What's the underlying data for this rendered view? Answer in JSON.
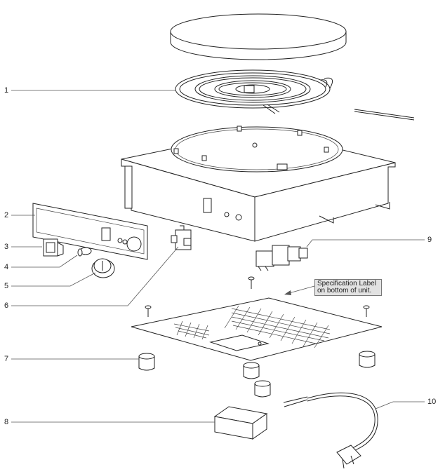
{
  "callouts": [
    "1",
    "2",
    "3",
    "4",
    "5",
    "6",
    "7",
    "8",
    "9",
    "10"
  ],
  "spec_label": {
    "line1": "Specification Label",
    "line2": "on bottom of unit."
  }
}
